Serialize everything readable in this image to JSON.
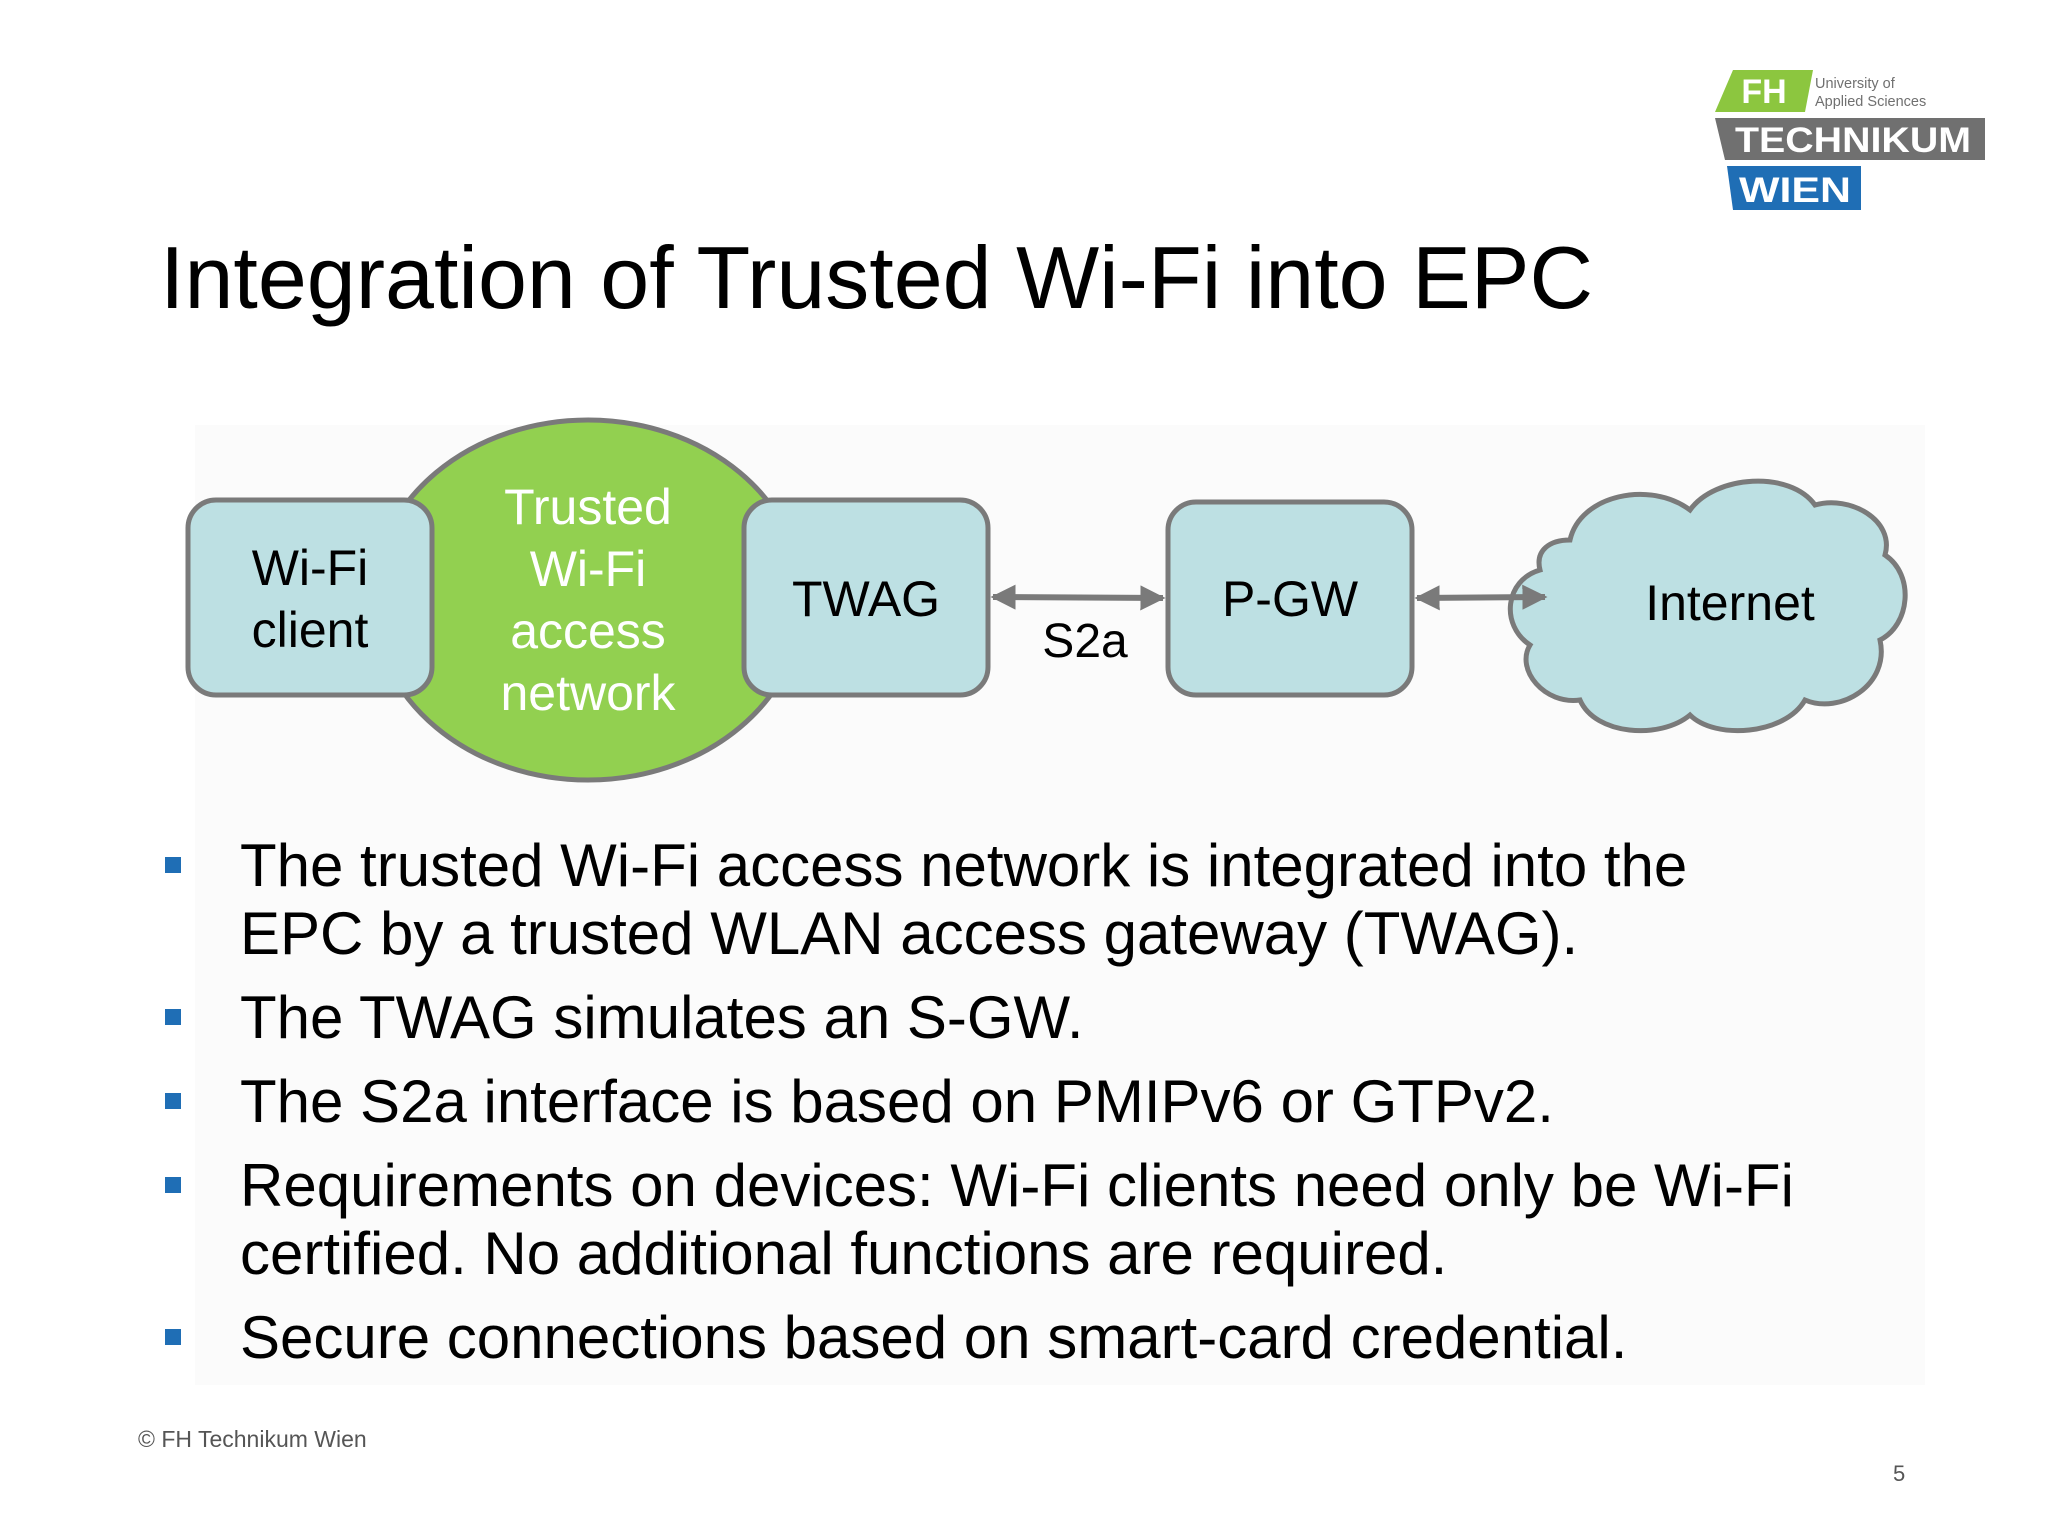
{
  "slide": {
    "title": "Integration of Trusted Wi-Fi into EPC",
    "footer": "© FH Technikum Wien",
    "page_number": "5"
  },
  "logo": {
    "fh": "FH",
    "tagline_line1": "University of",
    "tagline_line2": "Applied Sciences",
    "technikum": "TECHNIKUM",
    "wien": "WIEN",
    "colors": {
      "green": "#8cc63f",
      "gray": "#707070",
      "blue": "#1f6eb5"
    }
  },
  "diagram": {
    "nodes": {
      "wifi_client": {
        "line1": "Wi-Fi",
        "line2": "client"
      },
      "twan": {
        "line1": "Trusted",
        "line2": "Wi-Fi",
        "line3": "access",
        "line4": "network"
      },
      "twag": {
        "label": "TWAG"
      },
      "pgw": {
        "label": "P-GW"
      },
      "internet": {
        "label": "Internet"
      }
    },
    "interface_label": "S2a",
    "colors": {
      "box_fill": "#bde0e3",
      "box_stroke": "#7a7a7a",
      "network_fill": "#92d050",
      "network_text": "#ffffff",
      "arrow": "#7a7a7a"
    }
  },
  "bullets": [
    {
      "line1": "The trusted Wi-Fi access network is integrated into the",
      "line2": "EPC by a trusted WLAN access gateway (TWAG)."
    },
    {
      "line1": "The TWAG simulates an S-GW.",
      "line2": ""
    },
    {
      "line1": "The S2a interface is based on PMIPv6 or GTPv2.",
      "line2": ""
    },
    {
      "line1": "Requirements on devices: Wi-Fi clients need only be Wi-Fi",
      "line2": "certified. No additional functions are required."
    },
    {
      "line1": "Secure connections based on smart-card credential.",
      "line2": ""
    }
  ],
  "bullet_color": "#1f6eb5"
}
